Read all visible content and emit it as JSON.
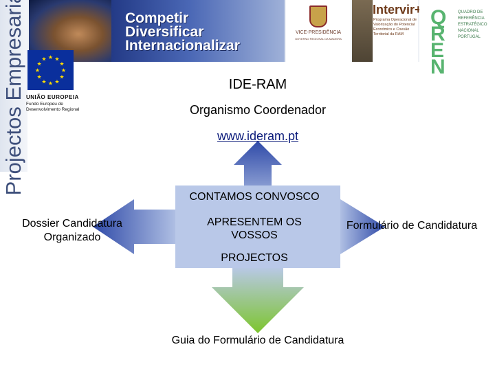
{
  "side_label": "Projectos Empresariais",
  "banner": {
    "slogan": [
      "Competir",
      "Diversificar",
      "Internacionalizar"
    ],
    "vp_logo_label": "VICE-PRESIDÊNCIA",
    "vp_logo_sub": "GOVERNO REGIONAL DA MADEIRA",
    "intervir_title": "Intervir+",
    "intervir_sub": "Programa Operacional de Valorização do Potencial Económico e Coesão Territorial da RAM",
    "qren_logo": "QREN",
    "qren_text": "QUADRO DE REFERÊNCIA ESTRATÉGICO NACIONAL PORTUGAL"
  },
  "eu": {
    "caption_title": "UNIÃO EUROPEIA",
    "caption_body": "Fundo Europeu de Desenvolvimento Regional"
  },
  "header": {
    "title": "IDE-RAM",
    "subtitle": "Organismo Coordenador",
    "link": "www.ideram.pt"
  },
  "arrows": {
    "top": "CONTAMOS CONVOSCO",
    "center": "APRESENTEM OS VOSSOS",
    "center_bottom": "PROJECTOS",
    "left": "Dossier Candidatura Organizado",
    "right": "Formulário de Candidatura",
    "bottom": "Guia do Formulário de Candidatura"
  },
  "colors": {
    "arrow_blue": "#2f4aa8",
    "arrow_light": "#b9c8e8",
    "arrow_green": "#7dc52e",
    "eu_blue": "#0a2f9c",
    "eu_star": "#ffdd00",
    "link": "#0a1a7a"
  }
}
